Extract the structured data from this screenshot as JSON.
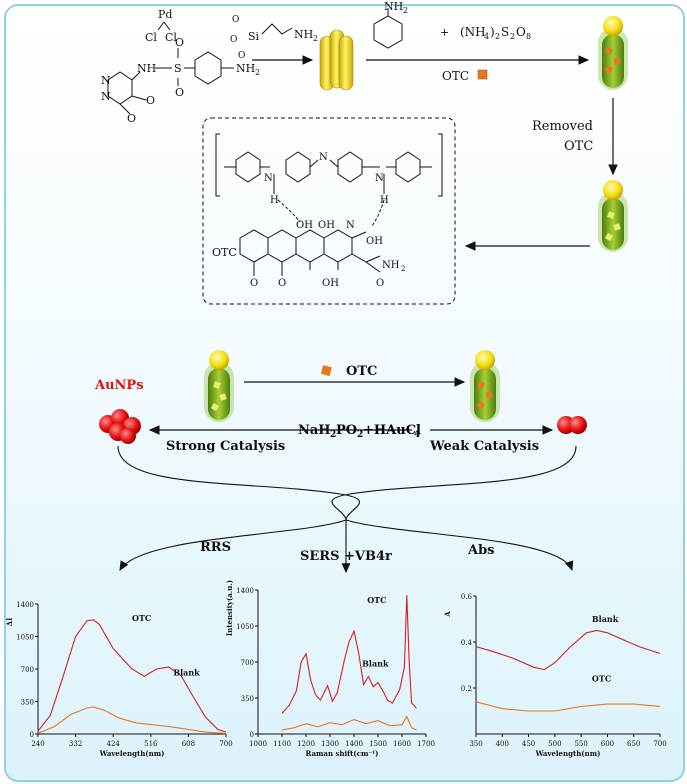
{
  "colors": {
    "frame": "#8fd0ea",
    "rod": "#f2d600",
    "mip": "#7aa61a",
    "otc": "#e8781e",
    "aunp": "#e01010",
    "blank_line": "#d62020",
    "otc_line": "#e8781e"
  },
  "top": {
    "pd_label": "Pd",
    "cl1": "Cl",
    "cl2": "Cl",
    "nh_s": "NH",
    "s_label": "S",
    "o1": "O",
    "o2": "O",
    "nh2_1": "NH",
    "n_label": "N",
    "n_label2": "N",
    "o_me1": "O",
    "o_me2": "O",
    "si_label": "Si",
    "nh2_2": "NH",
    "nh2_aniline": "NH",
    "plus": "+",
    "persulfate": "(NH",
    "otc_tag": "OTC",
    "removed": "Removed",
    "removed_otc": "OTC"
  },
  "structure": {
    "h1": "H",
    "h2": "H",
    "n1": "N",
    "n2": "N",
    "nh_mid": "N",
    "oh1": "OH",
    "oh2": "OH",
    "oh3": "OH",
    "oh4": "OH",
    "n_me": "N",
    "otc_label": "OTC",
    "nh2": "NH",
    "o1": "O",
    "o2": "O",
    "o3": "O"
  },
  "middle": {
    "aunps": "AuNPs",
    "otc": "OTC",
    "reagent": "NaH",
    "strong": "Strong Catalysis",
    "weak": "Weak Catalysis"
  },
  "methods": {
    "rrs": "RRS",
    "sers": "SERS +VB4r",
    "abs": "Abs"
  },
  "chart_data": [
    {
      "type": "line",
      "ylabel": "ΔI",
      "xlabel": "Wavelength(nm)",
      "xticks": [
        240,
        332,
        424,
        516,
        608,
        700
      ],
      "yticks": [
        0,
        350,
        700,
        1050,
        1400
      ],
      "xlim": [
        240,
        700
      ],
      "ylim": [
        0,
        1400
      ],
      "series": [
        {
          "name": "Blank",
          "x": [
            240,
            270,
            300,
            332,
            360,
            376,
            390,
            424,
            470,
            500,
            530,
            560,
            590,
            620,
            650,
            680,
            700
          ],
          "values": [
            30,
            200,
            600,
            1050,
            1220,
            1230,
            1180,
            920,
            700,
            620,
            700,
            720,
            630,
            400,
            180,
            50,
            20
          ]
        },
        {
          "name": "OTC",
          "x": [
            240,
            280,
            320,
            360,
            376,
            400,
            440,
            480,
            520,
            560,
            600,
            650,
            700
          ],
          "values": [
            10,
            80,
            210,
            280,
            290,
            260,
            170,
            120,
            100,
            80,
            55,
            20,
            5
          ]
        }
      ]
    },
    {
      "type": "line",
      "ylabel": "Intensity(a.u.)",
      "xlabel": "Raman shift(cm⁻¹)",
      "xticks": [
        1000,
        1100,
        1200,
        1300,
        1400,
        1500,
        1600,
        1700
      ],
      "yticks": [
        0,
        350,
        700,
        1050,
        1400
      ],
      "xlim": [
        1000,
        1700
      ],
      "ylim": [
        0,
        1400
      ],
      "series": [
        {
          "name": "Blank",
          "x": [
            1100,
            1130,
            1160,
            1180,
            1200,
            1220,
            1240,
            1260,
            1290,
            1310,
            1330,
            1360,
            1380,
            1400,
            1420,
            1440,
            1460,
            1480,
            1500,
            1520,
            1540,
            1560,
            1590,
            1610,
            1620,
            1630,
            1640,
            1650,
            1660
          ],
          "values": [
            200,
            280,
            420,
            700,
            780,
            520,
            380,
            330,
            470,
            320,
            400,
            720,
            900,
            1000,
            780,
            480,
            560,
            460,
            500,
            420,
            330,
            300,
            430,
            650,
            1350,
            700,
            300,
            280,
            250
          ]
        },
        {
          "name": "OTC",
          "x": [
            1100,
            1150,
            1200,
            1250,
            1300,
            1350,
            1400,
            1450,
            1500,
            1550,
            1600,
            1620,
            1640,
            1660
          ],
          "values": [
            40,
            60,
            100,
            70,
            110,
            90,
            140,
            100,
            130,
            80,
            90,
            170,
            60,
            40
          ]
        }
      ]
    },
    {
      "type": "line",
      "ylabel": "A",
      "xlabel": "Wavelength(nm)",
      "xticks": [
        350,
        400,
        450,
        500,
        550,
        600,
        650,
        700
      ],
      "yticks": [
        0.2,
        0.4,
        0.6
      ],
      "xlim": [
        350,
        700
      ],
      "ylim": [
        0,
        0.6
      ],
      "series": [
        {
          "name": "Blank",
          "x": [
            350,
            380,
            420,
            460,
            480,
            500,
            530,
            560,
            580,
            600,
            630,
            660,
            700
          ],
          "values": [
            0.38,
            0.36,
            0.33,
            0.29,
            0.28,
            0.31,
            0.38,
            0.44,
            0.45,
            0.44,
            0.41,
            0.38,
            0.35
          ]
        },
        {
          "name": "OTC",
          "x": [
            350,
            400,
            450,
            500,
            550,
            600,
            650,
            700
          ],
          "values": [
            0.14,
            0.11,
            0.1,
            0.1,
            0.12,
            0.13,
            0.13,
            0.12
          ]
        }
      ]
    }
  ]
}
